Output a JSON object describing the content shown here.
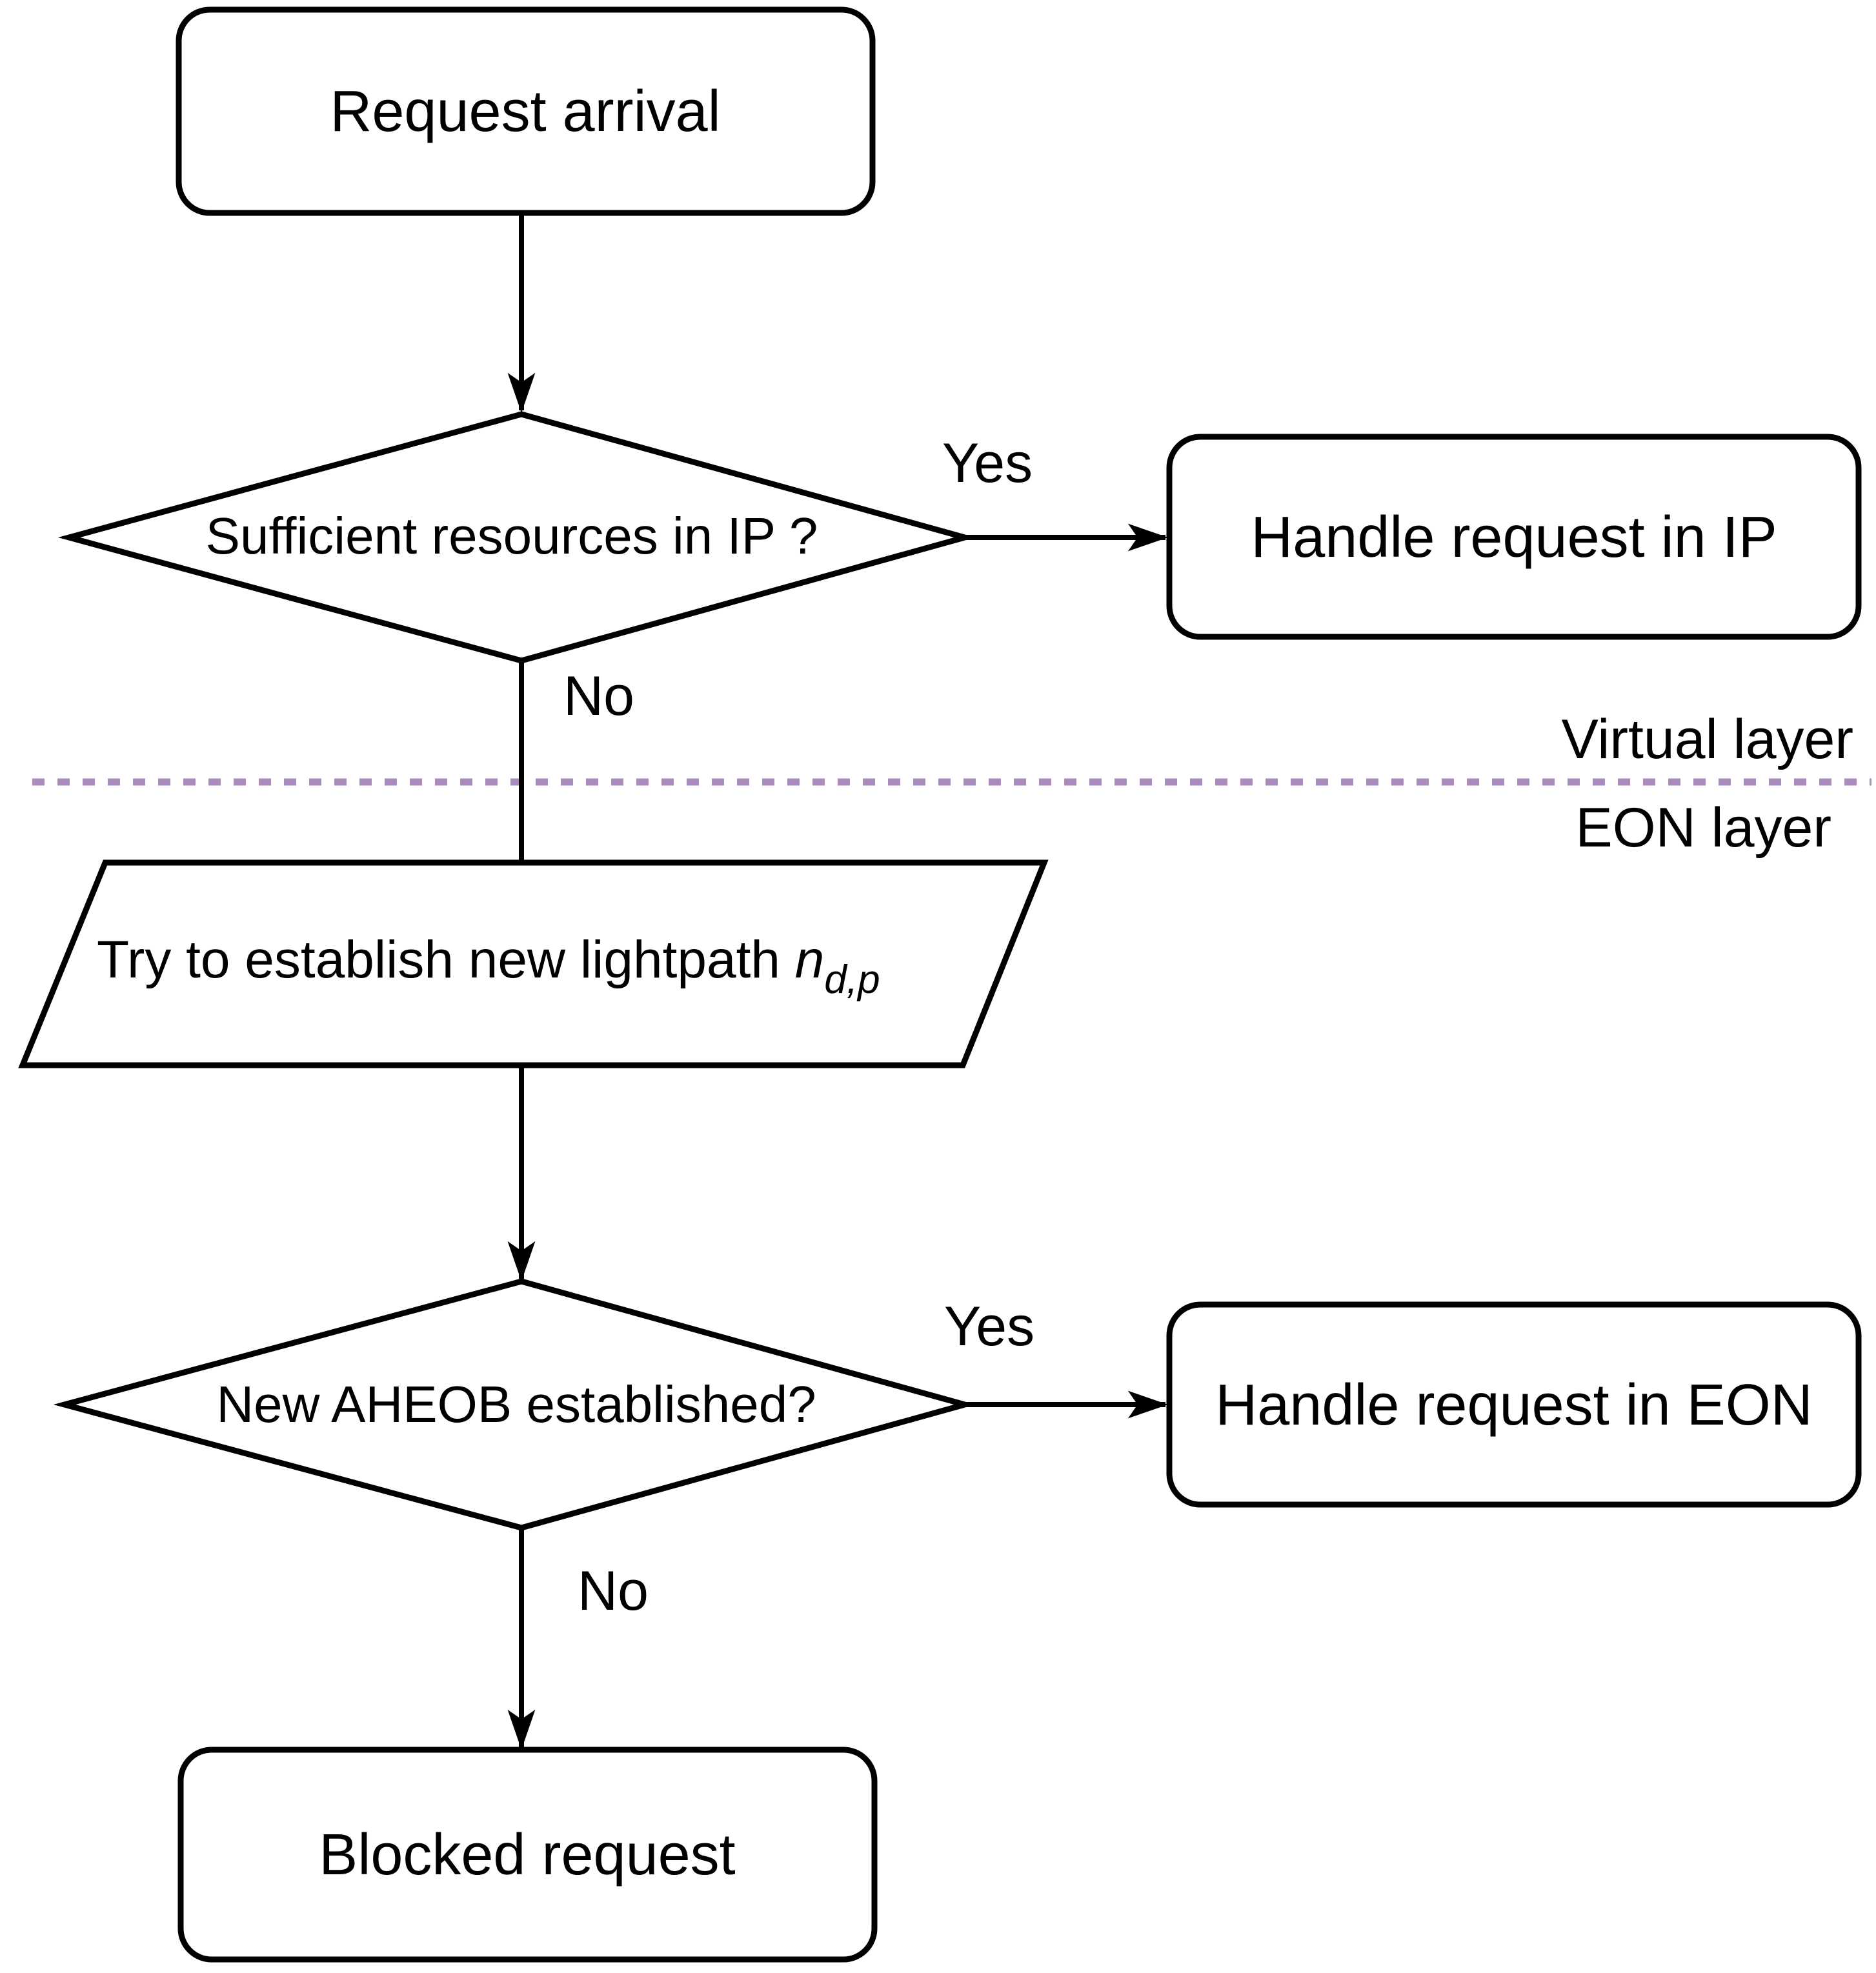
{
  "diagram": {
    "background": "#ffffff",
    "colors": {
      "shape_stroke": "#000000",
      "shape_fill": "#ffffff",
      "text": "#000000",
      "layer_divider": "#a98cbd"
    },
    "nodes": {
      "start": {
        "label": "Request arrival",
        "type": "rounded-rect"
      },
      "decision_ip": {
        "label": "Sufficient resources in IP ?",
        "type": "decision"
      },
      "handle_ip": {
        "label": "Handle request in IP",
        "type": "rounded-rect"
      },
      "lightpath": {
        "label_prefix": "Try to establish new lightpath ",
        "var_name": "n",
        "var_subscript": "d,p",
        "type": "parallelogram"
      },
      "decision_aheob": {
        "label": "New AHEOB established?",
        "type": "decision"
      },
      "handle_eon": {
        "label": "Handle request in EON",
        "type": "rounded-rect"
      },
      "blocked": {
        "label": "Blocked request",
        "type": "rounded-rect"
      }
    },
    "edge_labels": {
      "ip_yes": "Yes",
      "ip_no": "No",
      "aheob_yes": "Yes",
      "aheob_no": "No"
    },
    "layers": {
      "above_divider": "Virtual layer",
      "below_divider": "EON layer"
    }
  }
}
